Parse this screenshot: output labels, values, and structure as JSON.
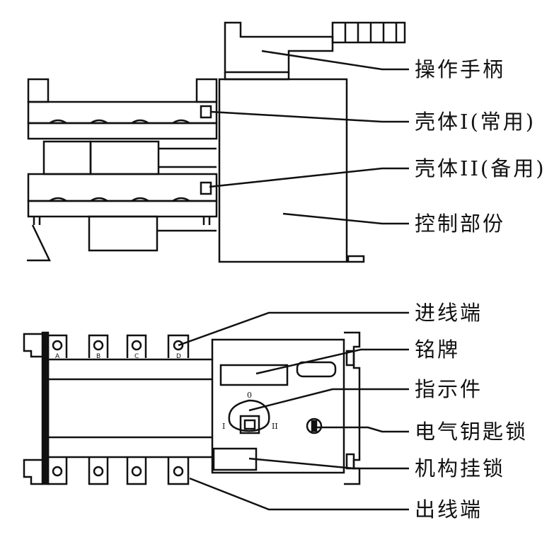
{
  "side_view": {
    "callouts": {
      "handle": "操作手柄",
      "housing_1": "壳体I(常用)",
      "housing_2": "壳体II(备用)",
      "control": "控制部份"
    }
  },
  "front_view": {
    "callouts": {
      "input_terminal": "进线端",
      "nameplate": "铭牌",
      "indicator": "指示件",
      "key_lock": "电气钥匙锁",
      "padlock": "机构挂锁",
      "output_terminal": "出线端"
    },
    "pole_labels": [
      "A",
      "B",
      "C",
      "D"
    ],
    "indicator_marks": {
      "zero": "0",
      "pos_1": "I",
      "pos_2": "II"
    }
  }
}
